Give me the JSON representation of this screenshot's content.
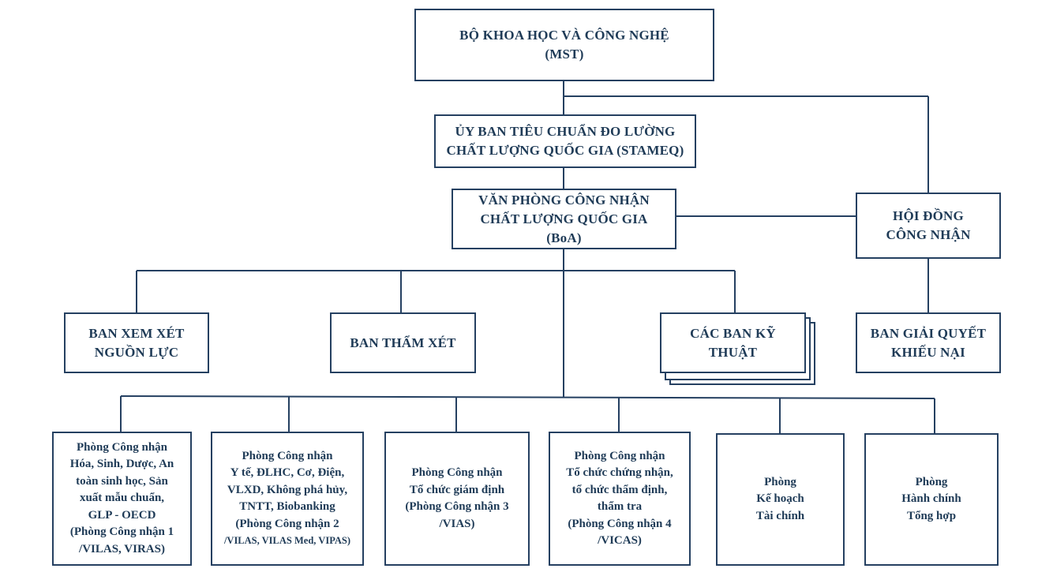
{
  "nodes": {
    "mst": {
      "line1": "BỘ KHOA HỌC VÀ CÔNG NGHỆ",
      "line2": "(MST)"
    },
    "stameq": {
      "line1": "ỦY BAN TIÊU CHUẨN ĐO LƯỜNG",
      "line2": "CHẤT LƯỢNG QUỐC GIA (STAMEQ)"
    },
    "boa": {
      "line1": "VĂN PHÒNG CÔNG NHẬN",
      "line2": "CHẤT LƯỢNG QUỐC GIA",
      "line3": "(BoA)"
    },
    "council": {
      "line1": "HỘI ĐỒNG",
      "line2": "CÔNG NHẬN"
    },
    "resource_review": {
      "line1": "BAN XEM XÉT",
      "line2": "NGUỒN LỰC"
    },
    "appraisal": {
      "line1": "BAN THẨM XÉT"
    },
    "technical": {
      "line1": "CÁC BAN KỸ",
      "line2": "THUẬT"
    },
    "complaints": {
      "line1": "BAN GIẢI QUYẾT",
      "line2": "KHIẾU NẠI"
    },
    "dept1": {
      "line1": "Phòng Công nhận",
      "line2": "Hóa, Sinh, Dược, An",
      "line3": "toàn sinh học, Sản",
      "line4": "xuất mẫu chuẩn,",
      "line5": "GLP - OECD",
      "line6": "(Phòng Công nhận 1",
      "line7": "/VILAS, VIRAS)"
    },
    "dept2": {
      "line1": "Phòng Công nhận",
      "line2": "Y tế, ĐLHC, Cơ, Điện,",
      "line3": "VLXD, Không phá hủy,",
      "line4": "TNTT, Biobanking",
      "line5": "(Phòng Công nhận 2",
      "line6": "/VILAS, VILAS Med, VIPAS)"
    },
    "dept3": {
      "line1": "Phòng Công nhận",
      "line2": "Tổ chức giám định",
      "line3": "(Phòng Công nhận 3",
      "line4": "/VIAS)"
    },
    "dept4": {
      "line1": "Phòng Công nhận",
      "line2": "Tổ chức chứng nhận,",
      "line3": "tổ chức thẩm định,",
      "line4": "thẩm tra",
      "line5": "(Phòng Công nhận 4",
      "line6": "/VICAS)"
    },
    "planning": {
      "line1": "Phòng",
      "line2": "Kế hoạch",
      "line3": "Tài chính"
    },
    "admin": {
      "line1": "Phòng",
      "line2": "Hành chính",
      "line3": "Tổng hợp"
    }
  },
  "colors": {
    "border": "#254061",
    "text": "#1f3b57"
  }
}
